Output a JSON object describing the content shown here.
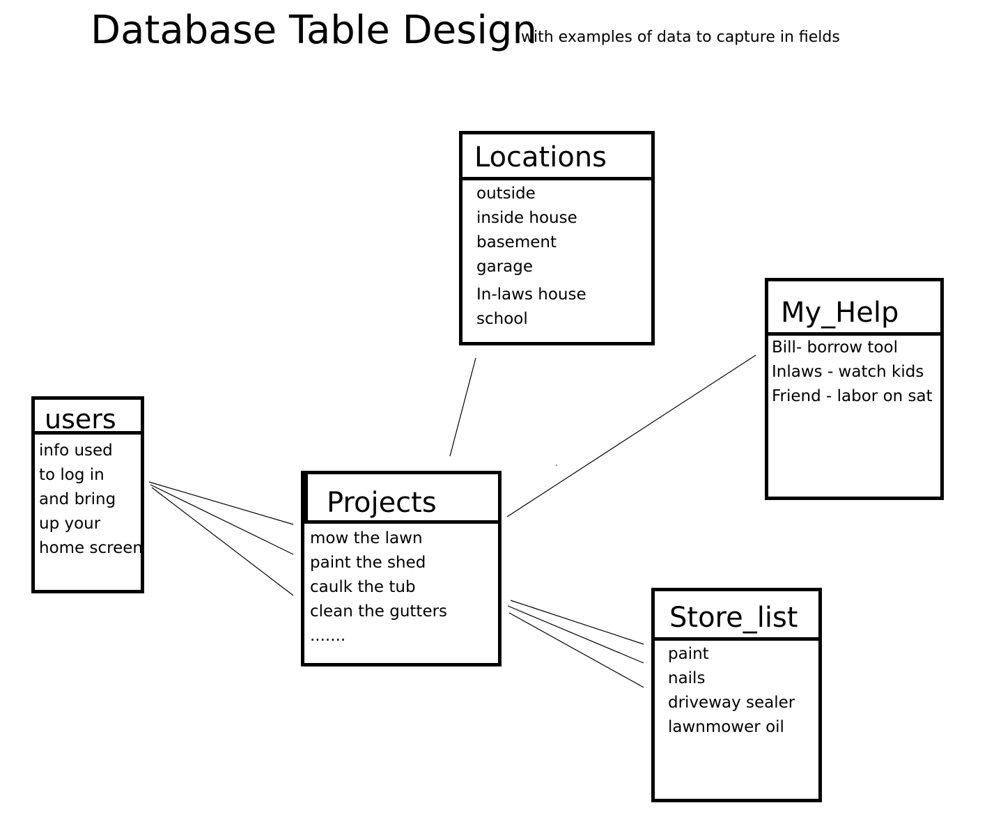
{
  "title": "Database Table Design",
  "subtitle": "with examples of data to capture in fields",
  "tables": {
    "locations": {
      "name": "Locations",
      "fields": [
        "outside",
        "inside house",
        "basement",
        "garage",
        "In-laws house",
        "school"
      ]
    },
    "my_help": {
      "name": "My_Help",
      "fields": [
        "Bill- borrow tool",
        "Inlaws - watch kids",
        "Friend - labor on sat"
      ]
    },
    "users": {
      "name": "users",
      "fields": [
        "info used",
        "to log in",
        "and bring",
        "up your",
        "home screen"
      ]
    },
    "projects": {
      "name": "Projects",
      "fields": [
        "mow the lawn",
        "paint the shed",
        "caulk the tub",
        "clean the gutters",
        "......."
      ]
    },
    "store_list": {
      "name": "Store_list",
      "fields": [
        "paint",
        "nails",
        "driveway sealer",
        "lawnmower oil"
      ]
    }
  },
  "relationships": [
    {
      "from": "projects",
      "to": "locations",
      "type": "one-to-one"
    },
    {
      "from": "projects",
      "to": "my_help",
      "type": "one-to-one"
    },
    {
      "from": "users",
      "to": "projects",
      "type": "one-to-many"
    },
    {
      "from": "projects",
      "to": "store_list",
      "type": "one-to-many"
    }
  ]
}
